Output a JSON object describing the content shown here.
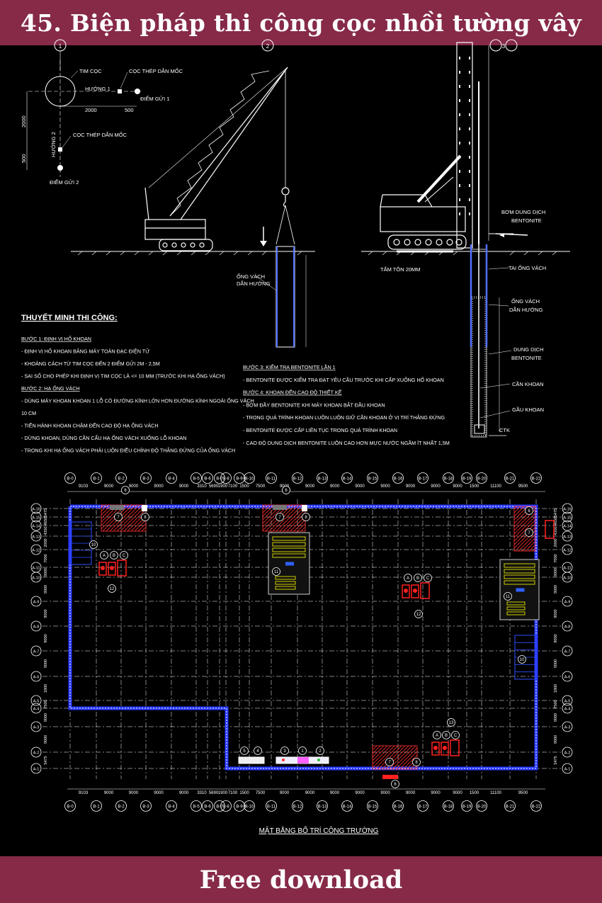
{
  "title": "45. Biện pháp thi công cọc nhồi tường vây",
  "footer": "Free download",
  "colors": {
    "banner": "#862a48",
    "wall": "#2a3aff",
    "crane": "#ffffff",
    "red": "#ff2020",
    "casing": "#5070ff"
  },
  "detail": {
    "grid_top": [
      "1",
      "2",
      "3"
    ],
    "tim_coc": "TIM CỌC",
    "huong1": "HƯỚNG 1",
    "huong2": "HƯỚNG 2",
    "coc_thep1": "CỌC THÉP DẪN MỐC",
    "coc_thep2": "CỌC THÉP DẪN MỐC",
    "diem_gui1": "ĐIỂM GỬI 1",
    "diem_gui2": "ĐIỂM GỬI 2",
    "dim_2000": "2000",
    "dim_500": "500",
    "dim_v2000": "2000",
    "dim_v500": "500",
    "ong_vach": "ỐNG VÁCH",
    "dan_huong": "DẪN HƯỚNG",
    "tam_ton": "TẤM TÔN 20MM",
    "bom_dung_dich": "BƠM DUNG DỊCH",
    "bentonite": "BENTONITE",
    "tai_ong_vach": "TAI ỐNG VÁCH",
    "ong_vach2": "ỐNG VÁCH",
    "dan_huong2": "DẪN HƯỚNG",
    "dung_dich": "DUNG DỊCH",
    "bentonite2": "BENTONITE",
    "can_khoan": "CẦN KHOAN",
    "gau_khoan": "GẦU KHOAN",
    "ctk": "CTK"
  },
  "notes": {
    "heading": "THUYẾT MINH THI CÔNG:",
    "left": [
      {
        "t": "BƯỚC 1: ĐỊNH VỊ HỐ KHOAN",
        "u": true
      },
      {
        "t": "- ĐỊNH VỊ HỐ KHOAN BẰNG MÁY TOÀN ĐẠC ĐIỆN TỬ",
        "u": false
      },
      {
        "t": "- KHOẢNG CÁCH TỪ TIM CỌC ĐẾN 2 ĐIỂM GỬI 2M - 2,5M",
        "u": false
      },
      {
        "t": "- SAI SỐ CHO PHÉP KHI ĐỊNH VỊ TIM CỌC LÀ <= 10 MM (TRƯỚC KHI HẠ ỐNG VÁCH)",
        "u": false
      },
      {
        "t": "BƯỚC 2: HẠ ỐNG VÁCH",
        "u": true
      },
      {
        "t": "- DÙNG MÁY KHOAN KHOAN 1 LỖ CÓ ĐƯỜNG KÍNH LỚN HƠN ĐƯỜNG KÍNH NGOÀI ỐNG VÁCH",
        "u": false
      },
      {
        "t": "10 CM",
        "u": false
      },
      {
        "t": "- TIẾN HÀNH KHOAN CHẬM ĐẾN CAO ĐỘ HẠ ỐNG VÁCH",
        "u": false
      },
      {
        "t": "- DỪNG KHOAN, DÙNG CẦN CẨU HẠ ỐNG VÁCH XUỐNG LỖ KHOAN",
        "u": false
      },
      {
        "t": "- TRONG KHI HẠ ỐNG VÁCH PHẢI LUÔN ĐIỀU CHỈNH ĐỘ THẲNG ĐỨNG CỦA ỐNG VÁCH",
        "u": false
      }
    ],
    "right": [
      {
        "t": "BƯỚC 3: KIỂM TRA BENTONITE LẦN 1",
        "u": true
      },
      {
        "t": "- BENTONITE ĐƯỢC KIỂM TRA ĐẠT YÊU CẦU TRƯỚC KHI CẤP XUỐNG HỐ KHOAN",
        "u": false
      },
      {
        "t": "BƯỚC 4: KHOAN ĐẾN CAO ĐỘ THIẾT KẾ",
        "u": true
      },
      {
        "t": "- BƠM ĐẦY BENTONITE KHI MÁY KHOAN BẮT ĐẦU KHOAN",
        "u": false
      },
      {
        "t": "- TRONG QUÁ TRÌNH KHOAN LUÔN LUÔN GIỮ CẦN KHOAN Ở VỊ TRÍ THẲNG ĐỨNG",
        "u": false
      },
      {
        "t": "- BENTONITE ĐƯỢC CẤP LIÊN TỤC TRONG QUÁ TRÌNH KHOAN",
        "u": false
      },
      {
        "t": "- CAO ĐỘ DUNG DỊCH BENTONITE LUÔN CAO HƠN MỰC NƯỚC NGẦM ÍT NHẤT 1,5M",
        "u": false
      }
    ]
  },
  "plan": {
    "title": "MẶT BẰNG BỐ TRÍ CÔNG TRƯỜNG",
    "cols": [
      "B-0",
      "B-1",
      "B-2",
      "B-3",
      "B-4",
      "B-5",
      "B-6",
      "B-7",
      "B-8",
      "B-9",
      "B-10",
      "B-11",
      "B-12",
      "B-13",
      "B-14",
      "B-15",
      "B-16",
      "B-17",
      "B-18",
      "B-19",
      "B-20",
      "B-21",
      "B-22"
    ],
    "col_dims": [
      "9103",
      "9000",
      "9000",
      "9000",
      "9000",
      "3310",
      "5690",
      "1900",
      "7100",
      "1500",
      "7500",
      "9000",
      "9000",
      "9000",
      "9000",
      "9000",
      "9000",
      "9000",
      "9000",
      "1500",
      "11100",
      "9500"
    ],
    "rows": [
      "A-16",
      "A-15",
      "A-14",
      "A-13",
      "A-12",
      "A-11",
      "A-10",
      "A-9",
      "A-8",
      "A-7",
      "A-6",
      "A-5",
      "A-4",
      "A-3",
      "A-2",
      "A-1"
    ],
    "row_dims": [
      "5475",
      "4650",
      "4350",
      "2000",
      "7000",
      "9000",
      "9000",
      "9000",
      "9000",
      "9000",
      "1800",
      "7500",
      "9000",
      "9000",
      "5475"
    ],
    "labels": [
      "1",
      "2",
      "3",
      "4",
      "5",
      "6",
      "7",
      "8",
      "9",
      "10",
      "11",
      "12",
      "13",
      "A",
      "B",
      "C"
    ]
  }
}
